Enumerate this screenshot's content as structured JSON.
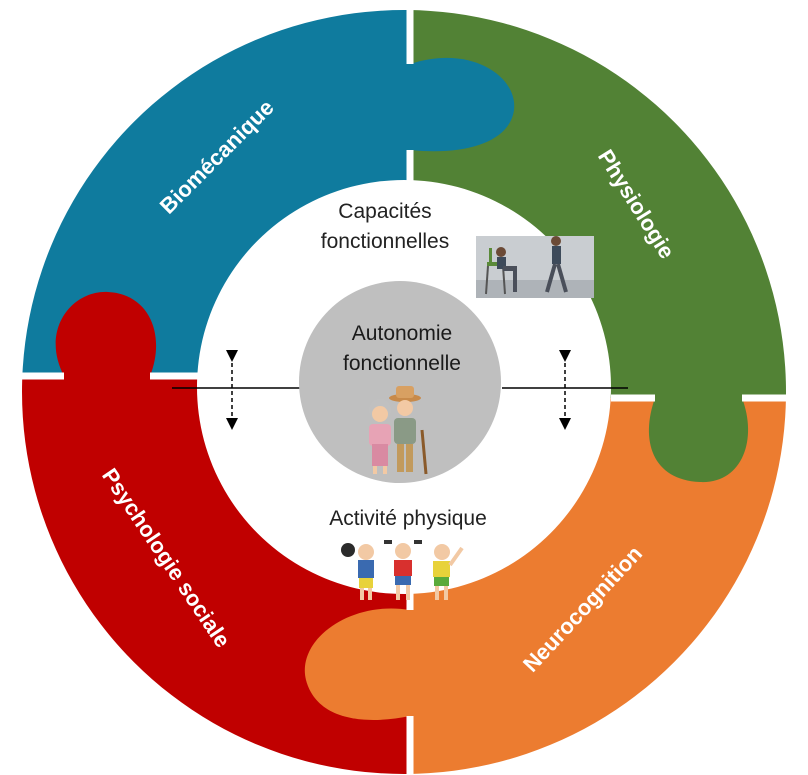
{
  "segments": [
    {
      "id": "biomecanique",
      "label": "Biomécanique",
      "color": "#0f7b9e"
    },
    {
      "id": "physiologie",
      "label": "Physiologie",
      "color": "#528235"
    },
    {
      "id": "neurocognition",
      "label": "Neurocognition",
      "color": "#ec7c30"
    },
    {
      "id": "psychologie-sociale",
      "label": "Psychologie sociale",
      "color": "#c00000"
    }
  ],
  "inner": {
    "capacites_line1": "Capacités",
    "capacites_line2": "fonctionnelles",
    "activite": "Activité physique"
  },
  "center": {
    "line1": "Autonomie",
    "line2": "fonctionnelle",
    "fill": "#bfbfbf"
  },
  "icons": {
    "sit_to_walk": "sit-to-walk-figures",
    "elderly_couple": "elderly-couple-figures",
    "exercise_seniors": "exercising-seniors-figures"
  }
}
